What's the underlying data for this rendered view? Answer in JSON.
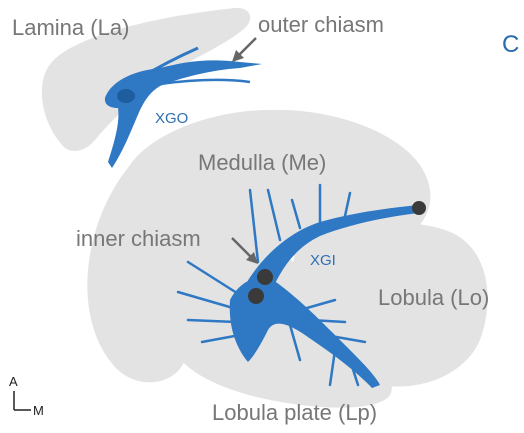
{
  "panel_letter": "C",
  "regions": {
    "lamina": "Lamina (La)",
    "medulla": "Medulla (Me)",
    "lobula": "Lobula (Lo)",
    "lobula_plate": "Lobula plate (Lp)"
  },
  "annotations": {
    "outer_chiasm": "outer chiasm",
    "inner_chiasm": "inner chiasm",
    "xgo": "XGO",
    "xgi": "XGI"
  },
  "axes": {
    "anterior": "A",
    "medial": "M"
  },
  "colors": {
    "tissue": "#e3e3e3",
    "neuron": "#2f78c4",
    "neuron_dark": "#1f5e9e",
    "soma": "#3a3a3a",
    "label": "#777777",
    "blue_label": "#2f6fb5"
  }
}
